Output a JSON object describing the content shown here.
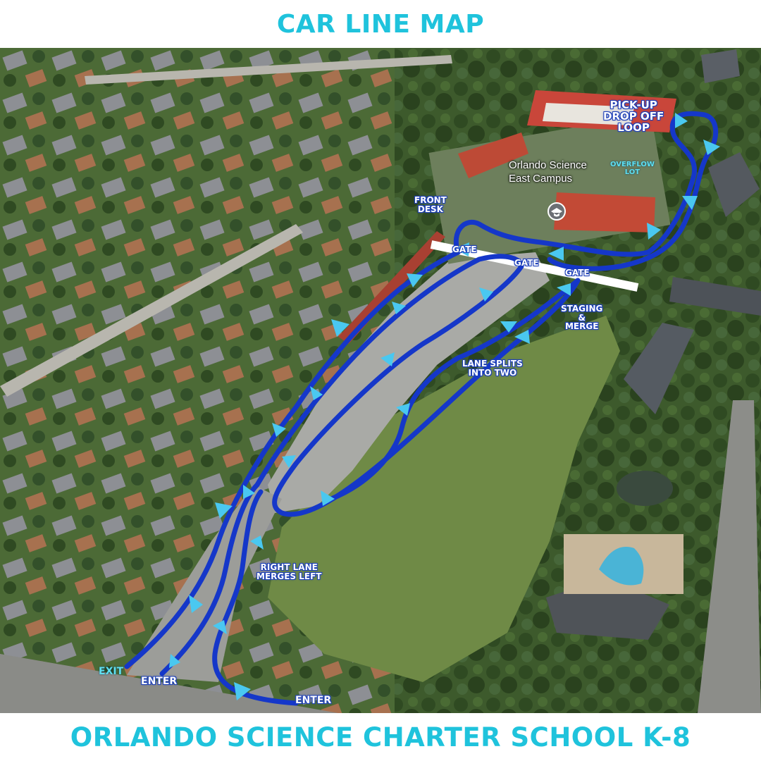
{
  "title": "CAR LINE MAP",
  "footer": "ORLANDO SCIENCE CHARTER SCHOOL K-8",
  "colors": {
    "accent": "#1fc3dc",
    "route": "#1537c9",
    "arrow": "#4ac8f0",
    "gate_bar": "#ffffff"
  },
  "map": {
    "place_label_line1": "Orlando Science",
    "place_label_line2": "East Campus",
    "place_marker": "graduation-cap-icon",
    "labels": {
      "pickup_line1": "PICK-UP",
      "pickup_line2": "DROP OFF",
      "pickup_line3": "LOOP",
      "overflow_line1": "OVERFLOW",
      "overflow_line2": "LOT",
      "front_desk_line1": "FRONT",
      "front_desk_line2": "DESK",
      "gate_1": "GATE",
      "gate_2": "GATE",
      "gate_3": "GATE",
      "staging_line1": "STAGING",
      "staging_line2": "&",
      "staging_line3": "MERGE",
      "split_line1": "LANE SPLITS",
      "split_line2": "INTO TWO",
      "merge_line1": "RIGHT LANE",
      "merge_line2": "MERGES LEFT",
      "exit": "EXIT",
      "enter_1": "ENTER",
      "enter_2": "ENTER"
    }
  }
}
